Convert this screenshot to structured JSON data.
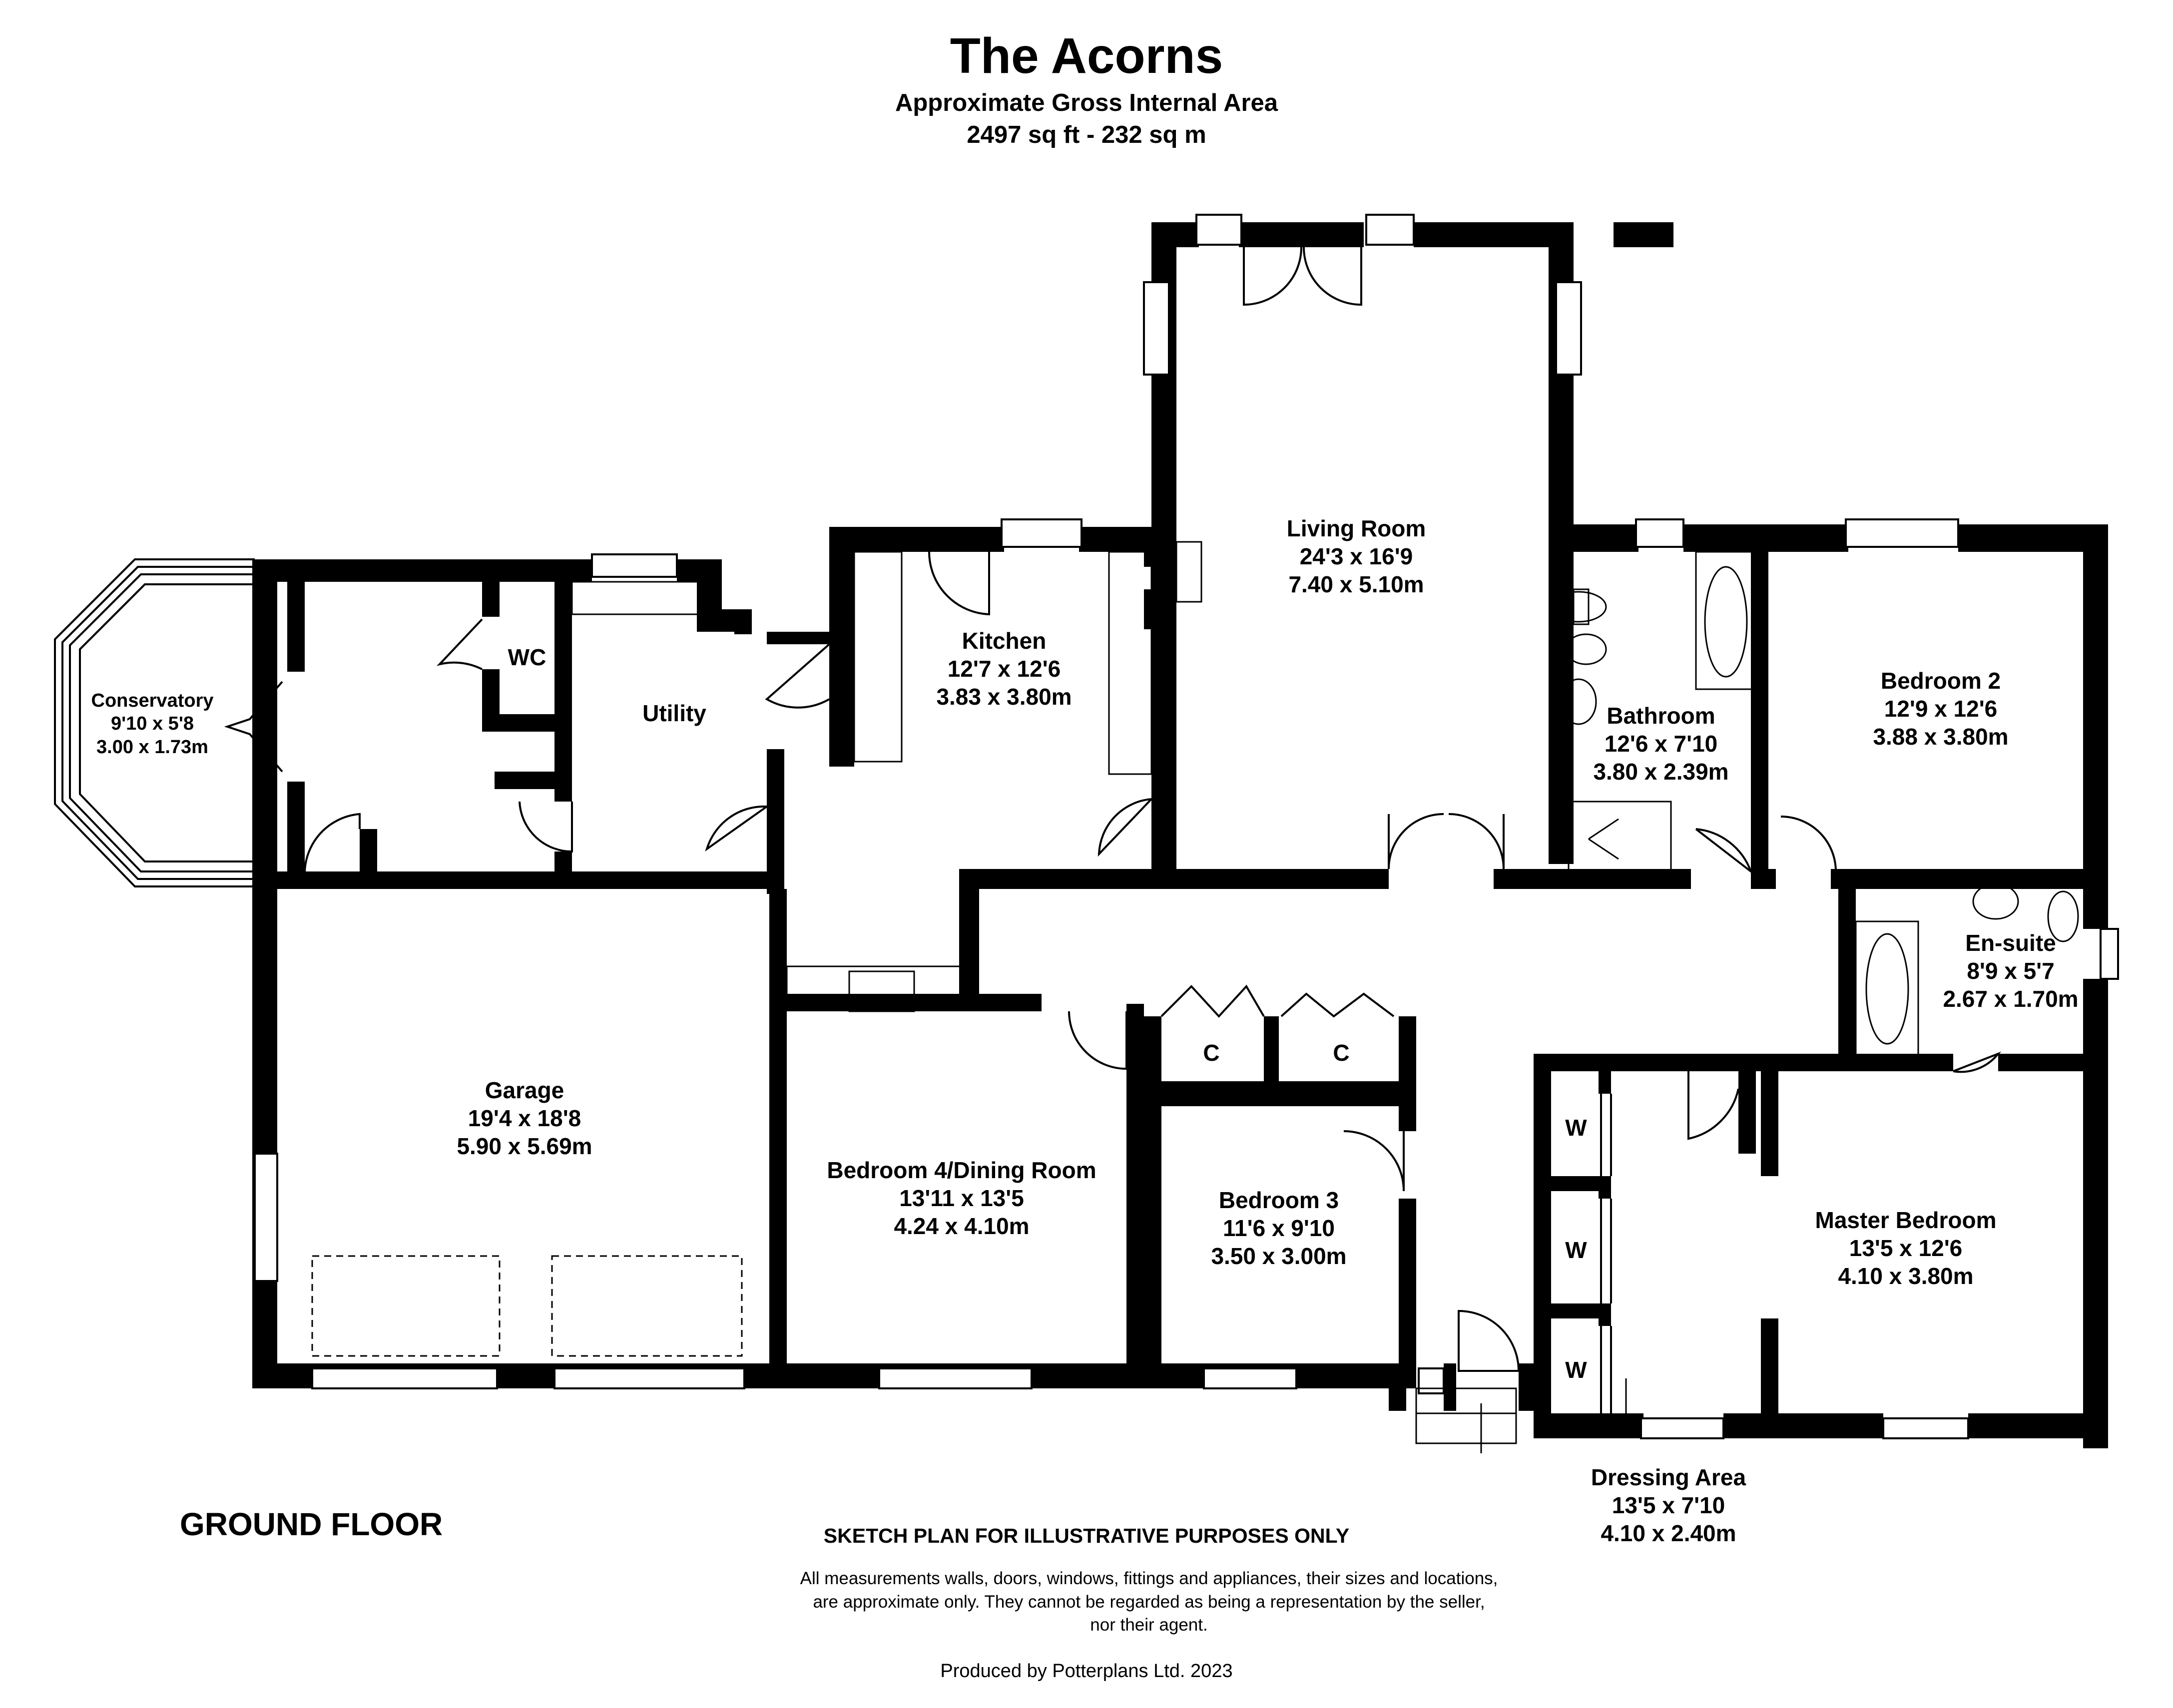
{
  "header": {
    "title": "The Acorns",
    "subtitle": "Approximate Gross Internal Area",
    "area": "2497 sq ft - 232 sq m"
  },
  "rooms": {
    "conservatory": {
      "name": "Conservatory",
      "imperial": "9'10 x 5'8",
      "metric": "3.00 x 1.73m"
    },
    "wc": {
      "name": "WC"
    },
    "utility": {
      "name": "Utility"
    },
    "kitchen": {
      "name": "Kitchen",
      "imperial": "12'7 x 12'6",
      "metric": "3.83 x 3.80m"
    },
    "living_room": {
      "name": "Living Room",
      "imperial": "24'3 x 16'9",
      "metric": "7.40 x 5.10m"
    },
    "bathroom": {
      "name": "Bathroom",
      "imperial": "12'6 x 7'10",
      "metric": "3.80 x 2.39m"
    },
    "bedroom_2": {
      "name": "Bedroom 2",
      "imperial": "12'9 x 12'6",
      "metric": "3.88 x 3.80m"
    },
    "en_suite": {
      "name": "En-suite",
      "imperial": "8'9 x 5'7",
      "metric": "2.67 x 1.70m"
    },
    "garage": {
      "name": "Garage",
      "imperial": "19'4 x 18'8",
      "metric": "5.90 x 5.69m"
    },
    "bedroom_4": {
      "name": "Bedroom 4/Dining Room",
      "imperial": "13'11 x 13'5",
      "metric": "4.24 x 4.10m"
    },
    "bedroom_3": {
      "name": "Bedroom 3",
      "imperial": "11'6 x 9'10",
      "metric": "3.50 x 3.00m"
    },
    "cupboard_1": {
      "name": "C"
    },
    "cupboard_2": {
      "name": "C"
    },
    "wardrobe_1": {
      "name": "W"
    },
    "wardrobe_2": {
      "name": "W"
    },
    "wardrobe_3": {
      "name": "W"
    },
    "master_bedroom": {
      "name": "Master Bedroom",
      "imperial": "13'5 x 12'6",
      "metric": "4.10 x 3.80m"
    },
    "dressing_area": {
      "name": "Dressing Area",
      "imperial": "13'5 x 7'10",
      "metric": "4.10 x 2.40m"
    }
  },
  "footer": {
    "floor_label": "GROUND FLOOR",
    "disclaimer_heading": "SKETCH PLAN FOR ILLUSTRATIVE PURPOSES ONLY",
    "disclaimer_body": "All measurements walls, doors, windows, fittings and appliances, their sizes and locations, are approximate only. They cannot be regarded as being a representation by the seller, nor their agent.",
    "credit": "Produced by Potterplans Ltd. 2023"
  },
  "colors": {
    "wall": "#000000",
    "fixture_line": "#000000",
    "background": "#ffffff"
  }
}
